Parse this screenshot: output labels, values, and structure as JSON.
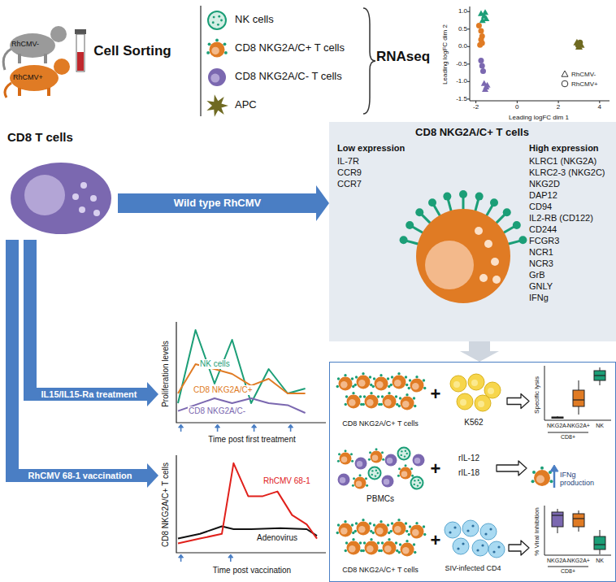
{
  "diagram": {
    "nodes": [
      {
        "text": [
          "RhCMV-",
          "RhCMV+"
        ]
      },
      {
        "text": [
          "NK cells",
          "CD8 NKG2A/C+ T cells",
          "CD8 NKG2A/C- T cells",
          "APC"
        ]
      },
      {
        "text": [
          "1.0",
          "0.5",
          "0.0",
          "-0.5",
          "-1.0",
          "-1.5",
          "Leading logFC dim 2",
          "-2",
          "0",
          "2",
          "4",
          "Leading logFC dim 1"
        ]
      },
      {
        "text": [
          "CD8 T cells"
        ]
      },
      {
        "text": [
          "CD8 NKG2A/C+ T cells",
          "Low expression",
          "IL-7R",
          "CCR9",
          "CCR7",
          "High expression",
          "KLRC1 (NKG2A)",
          "KLRC2-3 (NKG2C)",
          "NKG2D",
          "DAP12",
          "CD94",
          "IL2-RB (CD122)",
          "CD244",
          "FCGR3",
          "NCR1",
          "NCR3",
          "GrB",
          "GNLY",
          "IFNg"
        ]
      },
      {
        "text": [
          "Proliferation levels",
          "NK cells",
          "CD8 NKG2A/C+",
          "CD8 NKG2A/C-",
          "Time post first treatment"
        ]
      },
      {
        "text": [
          "CD8 NKG2A/C+ T cells",
          "RhCMV 68-1",
          "Adenovirus",
          "Time post vaccination"
        ]
      },
      {
        "text": []
      },
      {
        "text": [
          "CD8 NKG2A/C+ T cells"
        ],
        "in": 7
      },
      {
        "text": [
          "K562"
        ],
        "in": 7
      },
      {
        "text": [
          "Specific lysis",
          "NKG2A-",
          "NKG2A+",
          "NK",
          "CD8+"
        ],
        "in": 7
      },
      {
        "text": [
          "PBMCs"
        ],
        "in": 7
      },
      {
        "text": [
          "rIL-12",
          "rIL-18"
        ],
        "in": 7
      },
      {
        "text": [
          "IFNg production"
        ],
        "in": 7
      },
      {
        "text": [
          "CD8 NKG2A/C+ T cells"
        ],
        "in": 7
      },
      {
        "text": [
          "SIV-infected CD4"
        ],
        "in": 7
      },
      {
        "text": [
          "% Viral Inhibition",
          "NKG2A-",
          "NKG2A+",
          "NK",
          "CD8+"
        ],
        "in": 7
      }
    ],
    "edges": [
      {
        "from": 3,
        "to": 4,
        "label": "Wild type RhCMV",
        "arrow": "to"
      },
      {
        "from": 3,
        "to": 5,
        "label": "IL15/IL15-Ra treatment",
        "arrow": "to"
      },
      {
        "from": 3,
        "to": 6,
        "label": "RhCMV 68-1 vaccination",
        "arrow": "to"
      },
      {
        "from": 4,
        "to": 7,
        "arrow": "to"
      },
      {
        "from": 9,
        "to": 10,
        "arrow": "to"
      },
      {
        "from": 12,
        "to": 13,
        "arrow": "to"
      },
      {
        "from": 15,
        "to": 16,
        "arrow": "to"
      }
    ],
    "labels": [
      "Cell Sorting",
      "RNAseq",
      "+",
      "+",
      "+"
    ],
    "legend": [
      {
        "text": "RhCMV-"
      },
      {
        "text": "RhCMV+"
      }
    ]
  }
}
